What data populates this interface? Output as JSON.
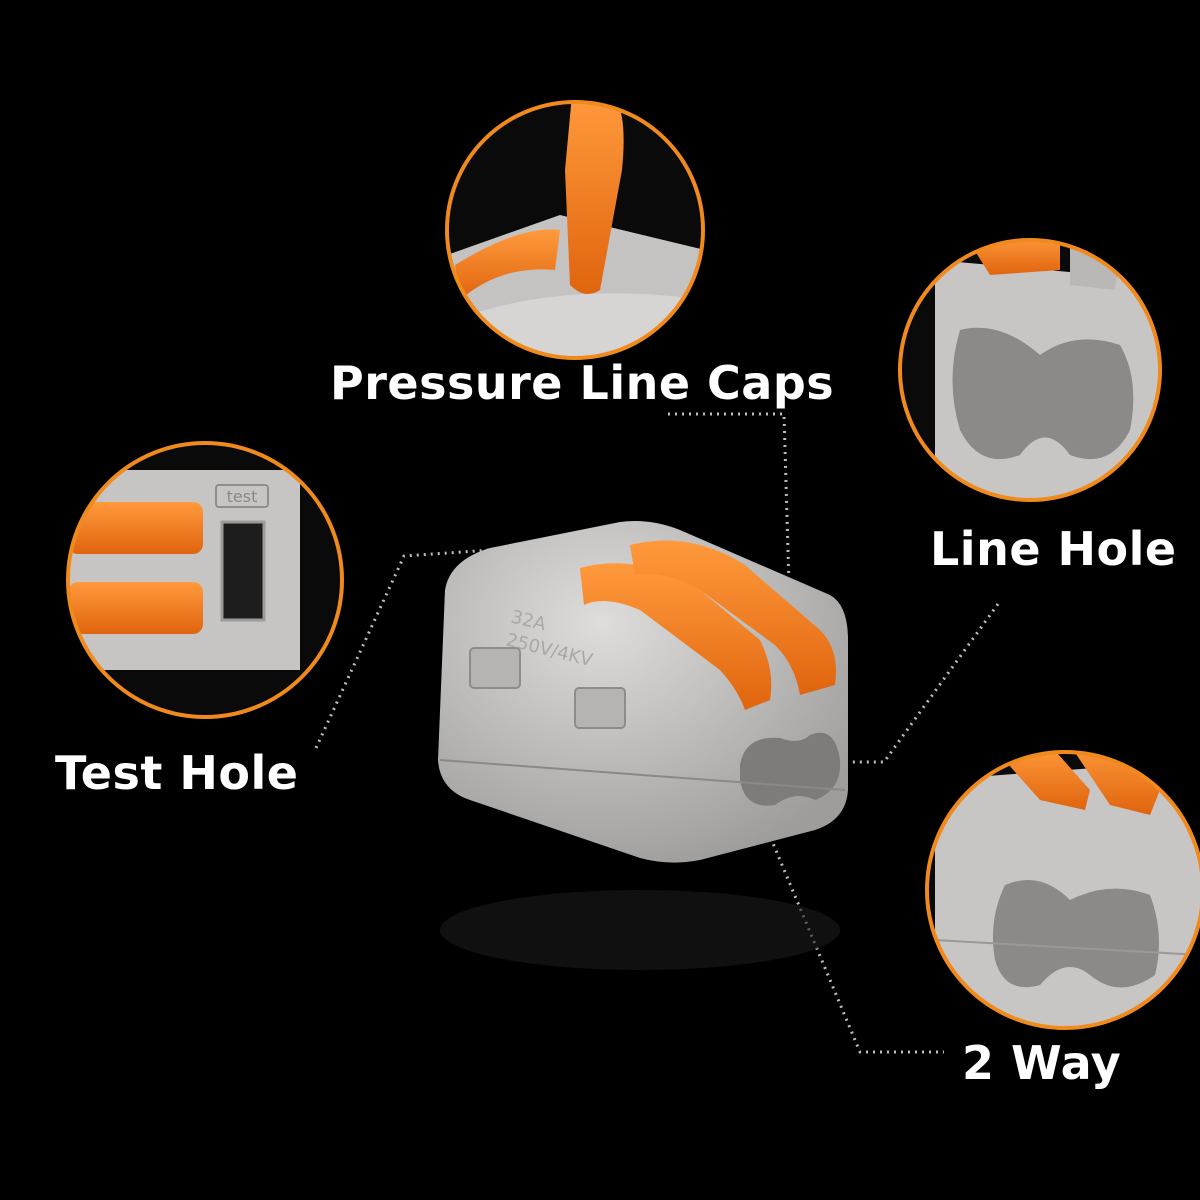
{
  "labels": {
    "pressure_line_caps": "Pressure Line Caps",
    "line_hole": "Line Hole",
    "test_hole": "Test Hole",
    "two_way": "2 Way"
  },
  "product_markings": {
    "rating_top": "32A",
    "rating_bottom": "250V/4KV",
    "test_mark": "test"
  },
  "colors": {
    "background": "#000000",
    "callout_ring": "#f08a1c",
    "housing_gray": "#c9c8c6",
    "lever_orange": "#f57a1e"
  }
}
